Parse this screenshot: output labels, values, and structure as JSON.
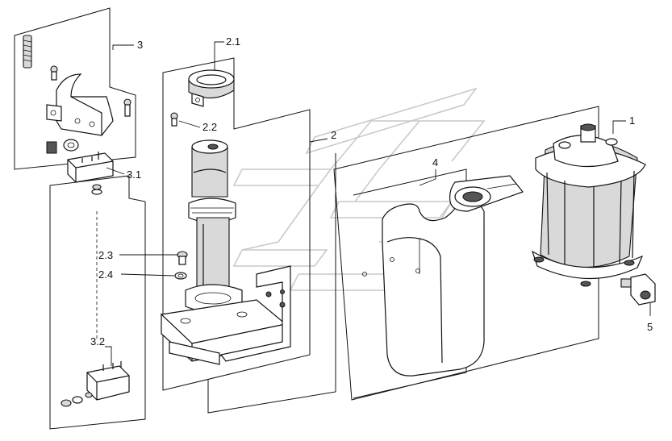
{
  "callouts": {
    "c1": "1",
    "c2": "2",
    "c2_1": "2.1",
    "c2_2": "2.2",
    "c2_3": "2.3",
    "c2_4": "2.4",
    "c3": "3",
    "c3_1": "3.1",
    "c3_2": "3.2",
    "c4": "4",
    "c5": "5"
  },
  "colors": {
    "line": "#111111",
    "watermark": "#c9c9c9",
    "background": "#ffffff"
  }
}
